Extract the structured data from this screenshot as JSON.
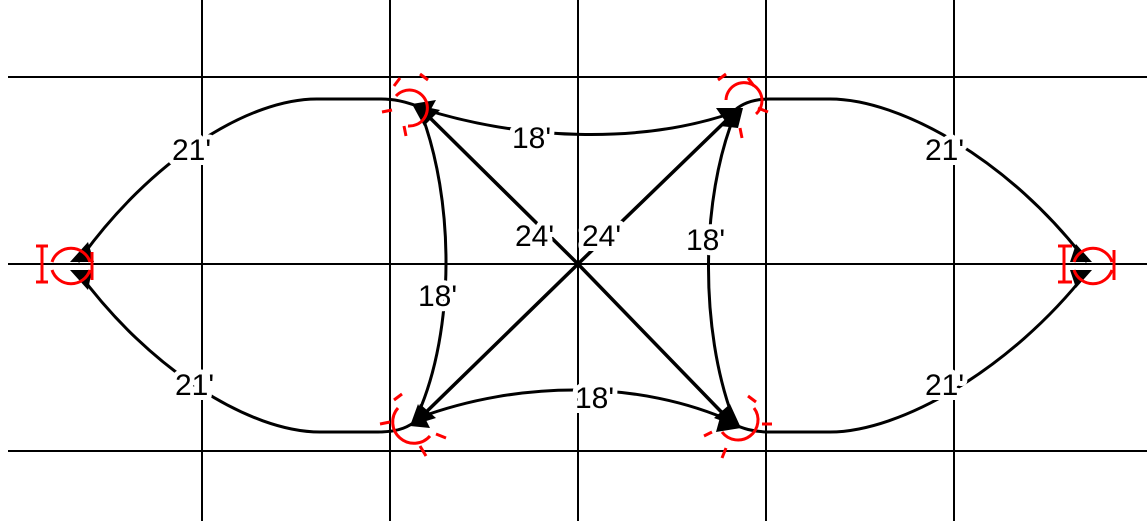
{
  "labels": {
    "arc_top_left": "21'",
    "arc_bottom_left": "21'",
    "arc_top_right": "21'",
    "arc_bottom_right": "21'",
    "arc_top_middle": "18'",
    "arc_bottom_middle": "18'",
    "arc_left_vertical": "18'",
    "arc_right_vertical": "18'",
    "diag_left": "24'",
    "diag_right": "24'"
  },
  "colors": {
    "line": "#000000",
    "grid": "#000000",
    "marker": "#ff0000",
    "background": "#ffffff"
  }
}
